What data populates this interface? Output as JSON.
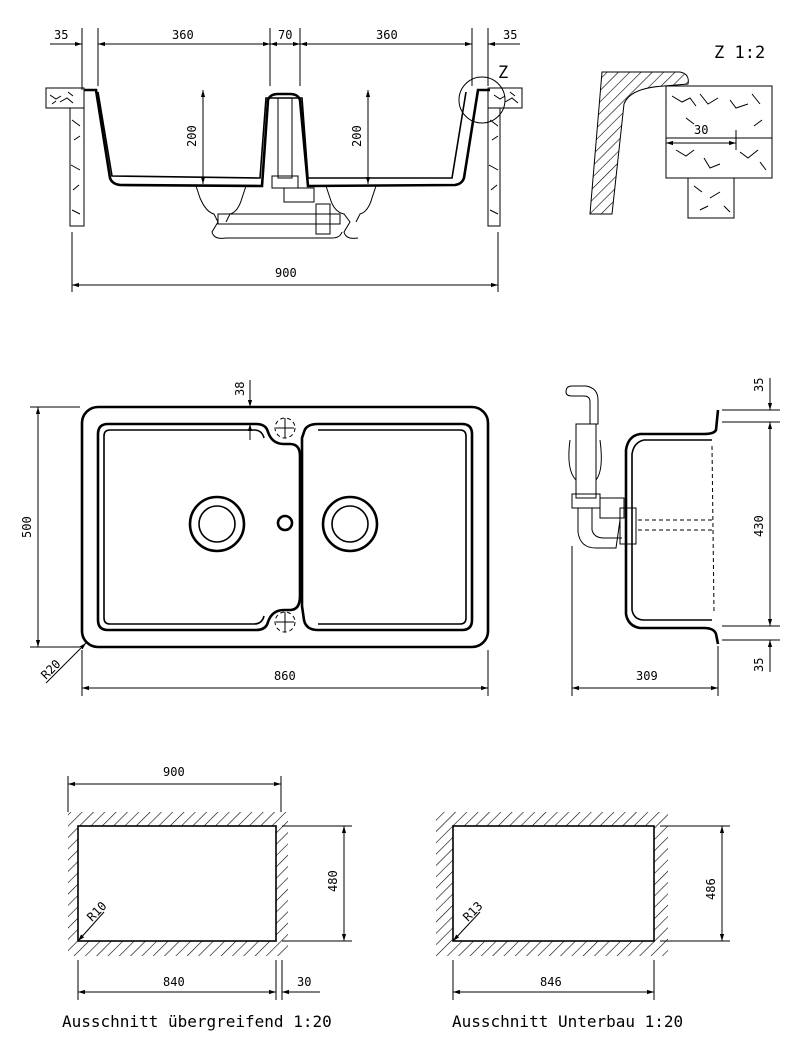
{
  "front_view": {
    "dims": {
      "left_rim": "35",
      "bowl_left": "360",
      "middle": "70",
      "bowl_right": "360",
      "right_rim": "35",
      "depth_left": "200",
      "depth_right": "200",
      "overall_width": "900"
    },
    "detail_marker": "Z"
  },
  "detail_z": {
    "title": "Z 1:2",
    "dim": "30"
  },
  "top_view": {
    "dims": {
      "rim_offset": "38",
      "height": "500",
      "width": "860",
      "radius": "R20"
    }
  },
  "side_view": {
    "dims": {
      "top": "35",
      "inner": "430",
      "bottom": "35",
      "depth": "309"
    }
  },
  "cutout_overlay": {
    "caption": "Ausschnitt übergreifend 1:20",
    "dims": {
      "outer_width": "900",
      "cut_width": "840",
      "cut_height": "480",
      "edge": "30",
      "radius": "R10"
    }
  },
  "cutout_undermount": {
    "caption": "Ausschnitt Unterbau 1:20",
    "dims": {
      "cut_width": "846",
      "cut_height": "486",
      "radius": "R13"
    }
  }
}
